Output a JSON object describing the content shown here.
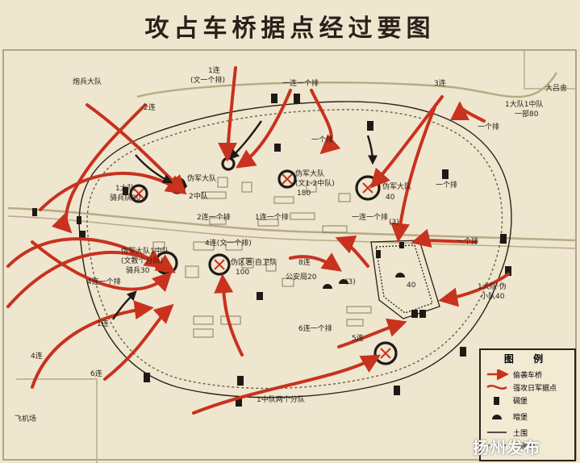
{
  "title": "攻占车桥据点经过要图",
  "labels": {
    "qibing": "炮兵大队",
    "lian1": "1连",
    "yige_pai_top": "(文一个排)",
    "lian2": "2连",
    "yilian_yipai": "一连一个排",
    "lian3": "3连",
    "dalvshe": "大吕舍",
    "dadui1_zhongdui": "1大队1中队",
    "bu80": "一部80",
    "yigepai1": "一个排",
    "yigepai2": "一个排",
    "yigepai3": "一个排",
    "dadui1_qibing": "1大队",
    "qibing30": "骑兵队30",
    "budui_dadui2": "伪军大队",
    "zhongdui2": "2中队",
    "budui_dadui_c": "伪军大队",
    "wen12": "(文1-2中队)",
    "n180": "180",
    "dadui40": "伪军大队",
    "n40": "40",
    "lian2_yipai": "2连一个排",
    "lian1_yipai": "1连一个排",
    "lian1_yipai_b": "一连一个排",
    "yigepai_r": "一个排",
    "n3": "(3)",
    "n3b": "(3)",
    "dadui1_zd": "伪军大队1中队",
    "wen_fen": "(文教个分队)",
    "qibing30b": "骑兵30",
    "lian4_wen": "4连(文一个排)",
    "weibing": "伪区署·自卫队",
    "n100": "100",
    "lian8": "8连",
    "gongan": "公安局20",
    "n40b": "40",
    "lian4_yipai": "4连一个排",
    "dadui1_wei": "1大队·伪",
    "xiaodui40": "小队40",
    "lian1_r": "1连",
    "lian6_yipai": "6连一个排",
    "lian5": "5连",
    "lian4": "4连",
    "lian6": "6连",
    "zhongdui1": "1中队两个分队",
    "feijichang": "飞机场"
  },
  "legend": {
    "title": "图 例",
    "items": [
      "偷袭车桥",
      "强攻日军据点",
      "碉堡",
      "暗堡",
      "土围",
      "交通壕"
    ]
  },
  "watermark": "扬州发布",
  "colors": {
    "attack": "#c8321e",
    "route": "#c8321e",
    "fort": "#1e1a16",
    "road": "#b9aa86",
    "bg": "#efe6cf"
  }
}
